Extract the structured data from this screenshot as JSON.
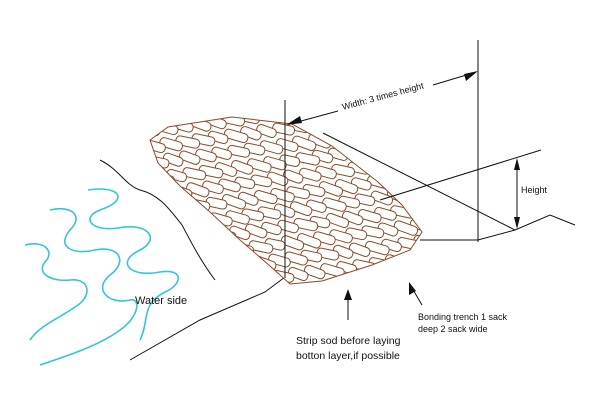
{
  "labels": {
    "width": "Width: 3 times height",
    "height": "Height",
    "water_side": "Water side",
    "strip_sod_line1": "Strip sod before laying",
    "strip_sod_line2": "botton layer,if possible",
    "bonding_line1": "Bonding trench 1 sack",
    "bonding_line2": "deep 2 sack wide"
  },
  "colors": {
    "stone": "#8a4a2a",
    "water": "#33c6d6",
    "line": "#111111"
  }
}
